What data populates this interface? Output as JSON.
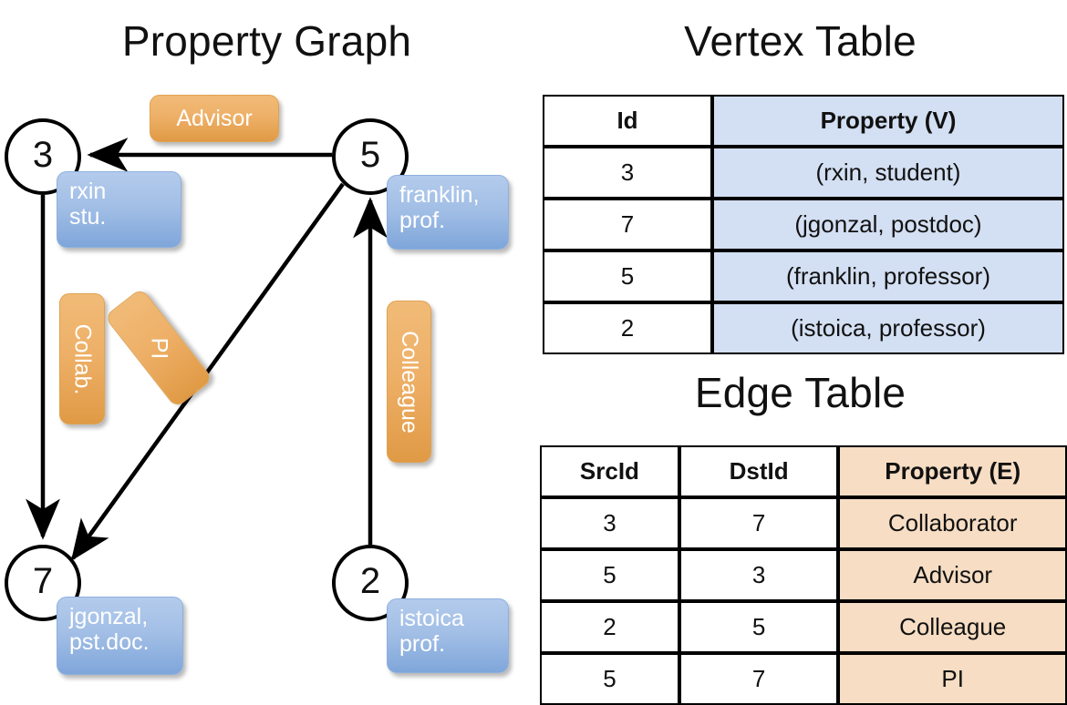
{
  "titles": {
    "graph": "Property Graph",
    "vertex_table": "Vertex Table",
    "edge_table": "Edge Table"
  },
  "graph": {
    "nodes": [
      {
        "id": "3",
        "property_label": "rxin\nstu."
      },
      {
        "id": "5",
        "property_label": "franklin,\nprof."
      },
      {
        "id": "7",
        "property_label": "jgonzal,\npst.doc."
      },
      {
        "id": "2",
        "property_label": "istoica\nprof."
      }
    ],
    "node_labels": {
      "rxin_line1": "rxin",
      "rxin_line2": "stu.",
      "franklin_line1": "franklin,",
      "franklin_line2": "prof.",
      "jgonzal_line1": "jgonzal,",
      "jgonzal_line2": "pst.doc.",
      "istoica_line1": "istoica",
      "istoica_line2": "prof."
    },
    "edge_labels": {
      "advisor": "Advisor",
      "collab": "Collab.",
      "pi": "PI",
      "colleague": "Colleague"
    },
    "edges": [
      {
        "src": "3",
        "dst": "7",
        "label": "Collab."
      },
      {
        "src": "5",
        "dst": "3",
        "label": "Advisor"
      },
      {
        "src": "2",
        "dst": "5",
        "label": "Colleague"
      },
      {
        "src": "5",
        "dst": "7",
        "label": "PI"
      }
    ]
  },
  "vertex_table": {
    "headers": [
      "Id",
      "Property (V)"
    ],
    "rows": [
      {
        "id": "3",
        "property": "(rxin, student)"
      },
      {
        "id": "7",
        "property": "(jgonzal, postdoc)"
      },
      {
        "id": "5",
        "property": "(franklin, professor)"
      },
      {
        "id": "2",
        "property": "(istoica, professor)"
      }
    ]
  },
  "edge_table": {
    "headers": [
      "SrcId",
      "DstId",
      "Property (E)"
    ],
    "rows": [
      {
        "src": "3",
        "dst": "7",
        "property": "Collaborator"
      },
      {
        "src": "5",
        "dst": "3",
        "property": "Advisor"
      },
      {
        "src": "2",
        "dst": "5",
        "property": "Colleague"
      },
      {
        "src": "5",
        "dst": "7",
        "property": "PI"
      }
    ]
  },
  "colors": {
    "vertex_header_fill": "#d3dff2",
    "edge_header_fill": "#f6ddc3",
    "vertex_callout": "#a3bfe6",
    "edge_callout": "#eeb068",
    "stroke": "#000000"
  }
}
